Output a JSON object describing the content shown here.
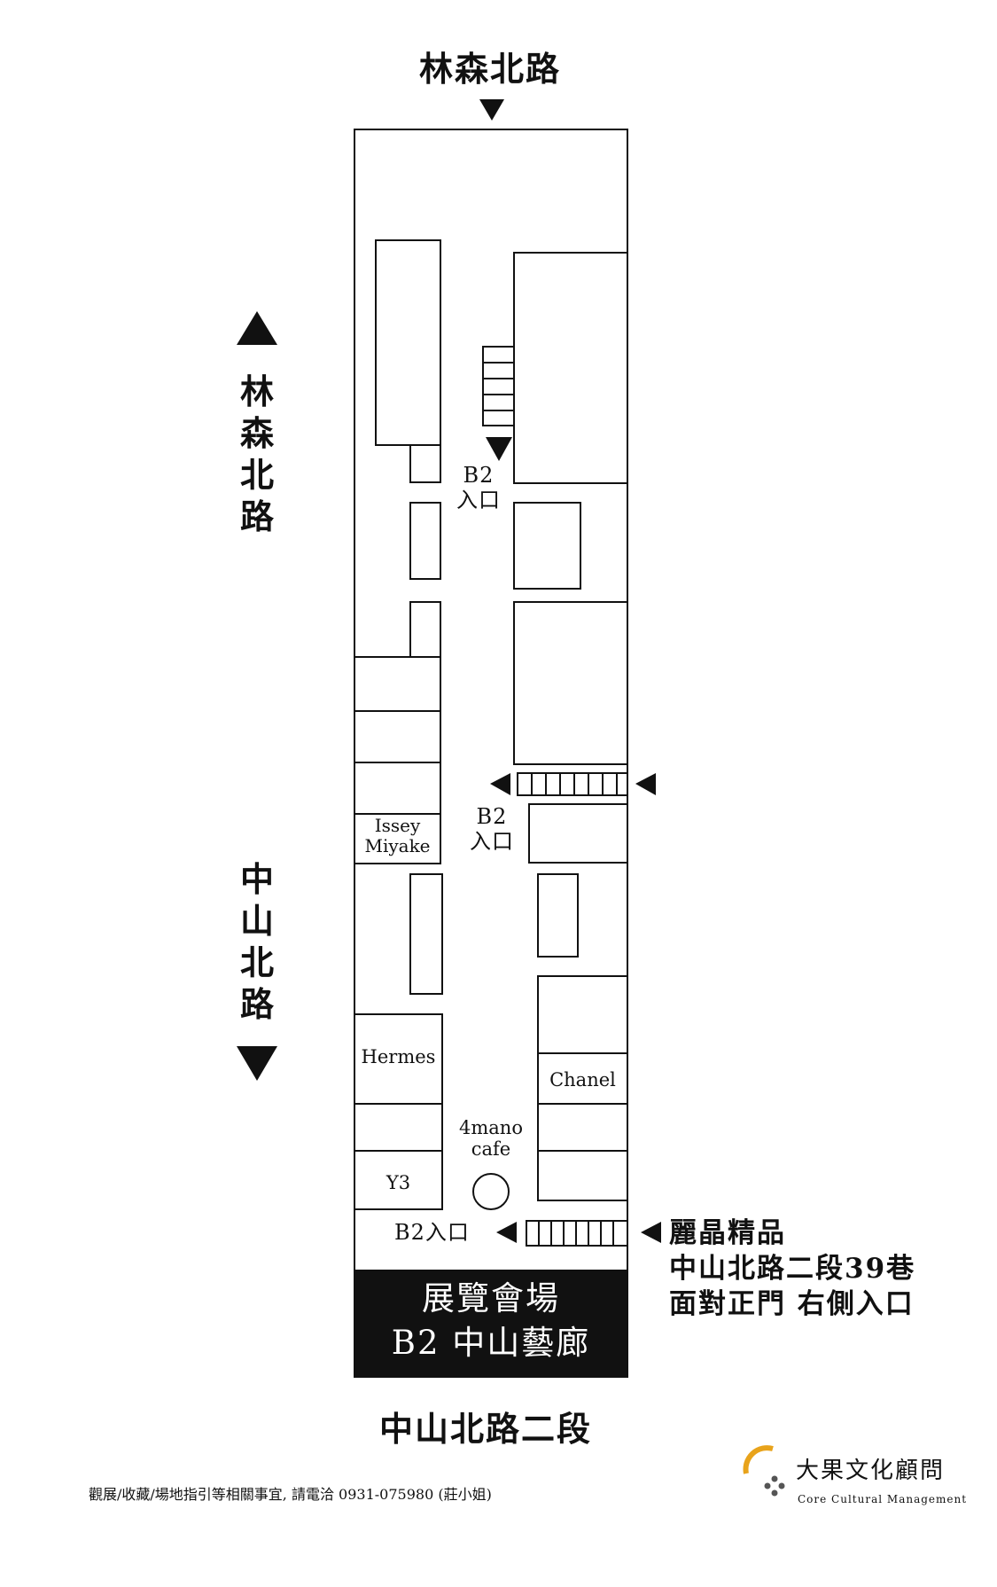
{
  "roads": {
    "top": "林森北路",
    "left_upper": "林森北路",
    "left_lower": "中山北路",
    "bottom": "中山北路二段"
  },
  "shops": {
    "issey": "Issey\nMiyake",
    "hermes": "Hermes",
    "y3": "Y3",
    "chanel": "Chanel",
    "cafe": "4mano\ncafe"
  },
  "entrances": {
    "upper": "B2\n入口",
    "middle": "B2\n入口",
    "lower": "B2入口"
  },
  "directions": {
    "line1": "麗晶精品",
    "line2": "中山北路二段39巷",
    "line3": "面對正門 右側入口"
  },
  "venue": {
    "line1": "展覽會場",
    "line2": "B2 中山藝廊"
  },
  "footer": {
    "contact": "觀展/收藏/場地指引等相關事宜, 請電洽 0931-075980 (莊小姐)"
  },
  "logo": {
    "name": "大果文化顧問",
    "name_en": "Core Cultural Management",
    "accent_color": "#e8a31b"
  }
}
